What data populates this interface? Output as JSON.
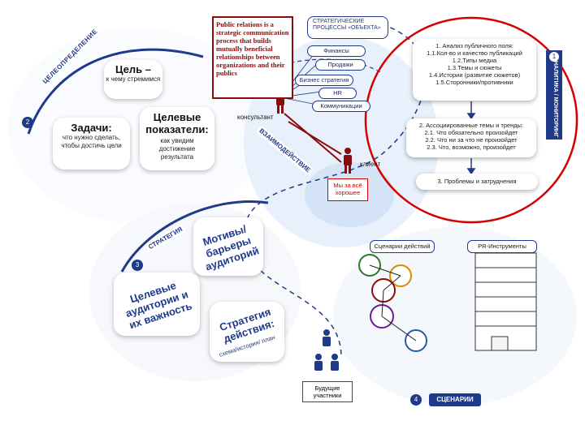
{
  "definition": "Public relations is a strategic communication process that builds mutually beneficial relationships between organizations and their publics",
  "strategic_processes": "СТРАТЕГИЧЕСКИЕ ПРОЦЕССЫ «ОБЪЕКТА»",
  "process_pills": [
    "Финансы",
    "Продажи",
    "Бизнес стратегия",
    "HR",
    "Коммуникации"
  ],
  "consultant": "консультант",
  "client": "клиент",
  "interaction": "ВЗАИМОДЕЙСТВИЕ",
  "all_good": "Мы за всё хорошее",
  "goal_setting": "ЦЕЛЕОПРЕДЕЛЕНИЕ",
  "num2": "2",
  "goal": {
    "title": "Цель –",
    "sub": "к чему стремимся"
  },
  "tasks": {
    "title": "Задачи:",
    "sub": "что нужно сделать, чтобы достичь цели"
  },
  "indicators": {
    "title": "Целевые показатели:",
    "sub": "как увидим достижение результата"
  },
  "monitoring": "АНАЛИТИКА / МОНИТОРИНГ",
  "num1": "1",
  "analysis": {
    "title": "1. Анализ публичного поля:",
    "items": [
      "1.1.Кол-во и качество публикаций",
      "1.2.Типы медиа",
      "1.3.Темы и сюжеты",
      "1.4.Истории (развитие сюжетов)",
      "1.5.Сторонники/противники"
    ]
  },
  "themes": {
    "title": "2. Ассоциированные темы и тренды:",
    "items": [
      "2.1. Что обязательно произойдет",
      "2.2. Что ни за что не произойдет",
      "2.3. Что, возможно, произойдет"
    ]
  },
  "problems": "3. Проблемы и затруднения",
  "strategy_label": "СТРАТЕГИЯ",
  "num3": "3",
  "motives": "Мотивы/ барьеры аудиторий",
  "target_aud": "Целевые аудитории и их важность",
  "action_strategy": "Стратегия действия:",
  "action_sub": "схема/история/ план",
  "future": "Будущие участники",
  "scenarios_actions": "Сценарии действий",
  "pr_tools": "PR-Инструменты",
  "num4": "4",
  "scenarios": "СЦЕНАРИИ",
  "colors": {
    "navy": "#1f3a8a",
    "red": "#d40000",
    "dark_red": "#8a0b0b",
    "light_blue": "#dce8f7"
  }
}
